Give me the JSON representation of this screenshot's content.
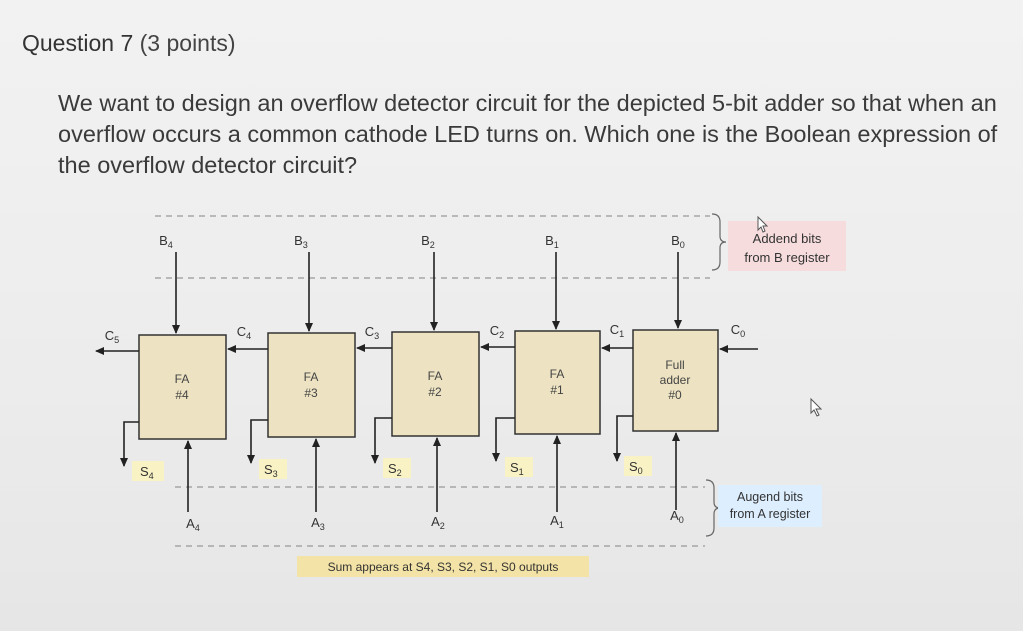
{
  "question": {
    "title": "Question 7",
    "points": "(3 points)",
    "text": "We want to design an overflow detector circuit for the depicted 5-bit adder so that when an overflow occurs a common cathode LED turns on. Which one is the Boolean expression of the overflow detector circuit?"
  },
  "diagram": {
    "b_inputs": [
      {
        "base": "B",
        "sub": "4"
      },
      {
        "base": "B",
        "sub": "3"
      },
      {
        "base": "B",
        "sub": "2"
      },
      {
        "base": "B",
        "sub": "1"
      },
      {
        "base": "B",
        "sub": "0"
      }
    ],
    "a_inputs": [
      {
        "base": "A",
        "sub": "4"
      },
      {
        "base": "A",
        "sub": "3"
      },
      {
        "base": "A",
        "sub": "2"
      },
      {
        "base": "A",
        "sub": "1"
      },
      {
        "base": "A",
        "sub": "0"
      }
    ],
    "sums": [
      {
        "base": "S",
        "sub": "4"
      },
      {
        "base": "S",
        "sub": "3"
      },
      {
        "base": "S",
        "sub": "2"
      },
      {
        "base": "S",
        "sub": "1"
      },
      {
        "base": "S",
        "sub": "0"
      }
    ],
    "carries": [
      {
        "base": "C",
        "sub": "5"
      },
      {
        "base": "C",
        "sub": "4"
      },
      {
        "base": "C",
        "sub": "3"
      },
      {
        "base": "C",
        "sub": "2"
      },
      {
        "base": "C",
        "sub": "1"
      },
      {
        "base": "C",
        "sub": "0"
      }
    ],
    "adders": [
      {
        "line1": "FA",
        "line2": "#4"
      },
      {
        "line1": "FA",
        "line2": "#3"
      },
      {
        "line1": "FA",
        "line2": "#2"
      },
      {
        "line1": "FA",
        "line2": "#1"
      },
      {
        "line1": "Full",
        "line2": "adder",
        "line3": "#0"
      }
    ],
    "addend_label": {
      "line1": "Addend bits",
      "line2": "from B register"
    },
    "augend_label": {
      "line1": "Augend bits",
      "line2": "from A register"
    },
    "sum_caption": "Sum appears at S4, S3, S2, S1, S0 outputs"
  },
  "colors": {
    "adder_fill": "#ede3c2",
    "label_box": "#f6dcdc",
    "augend_box": "#ddeeff",
    "caption_box": "#f3e3a6",
    "sum_box": "#f8f2c4"
  }
}
